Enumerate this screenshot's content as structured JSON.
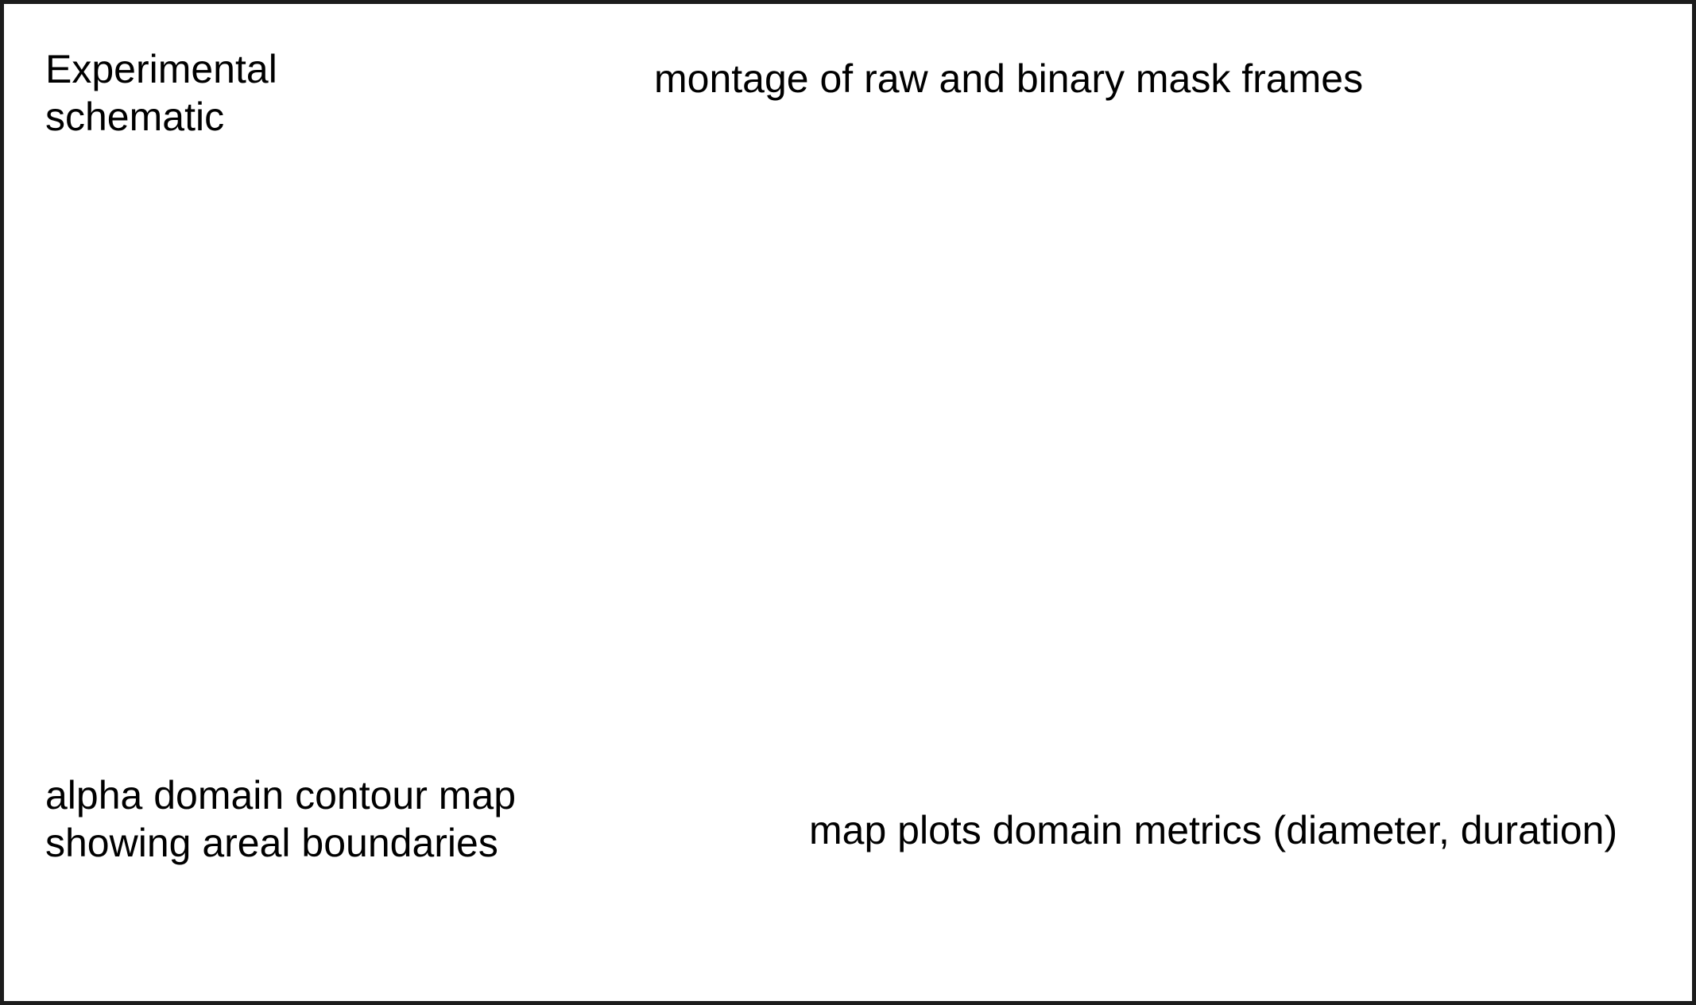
{
  "figure": {
    "background_color": "#ffffff",
    "border_color": "#1c1c1c",
    "text_color": "#000000",
    "captions": {
      "top_left": "Experimental\nschematic",
      "top_center": "montage of raw and binary mask frames",
      "bottom_left": "alpha domain contour map\nshowing areal boundaries",
      "bottom_right": "map plots domain metrics (diameter, duration)"
    }
  }
}
